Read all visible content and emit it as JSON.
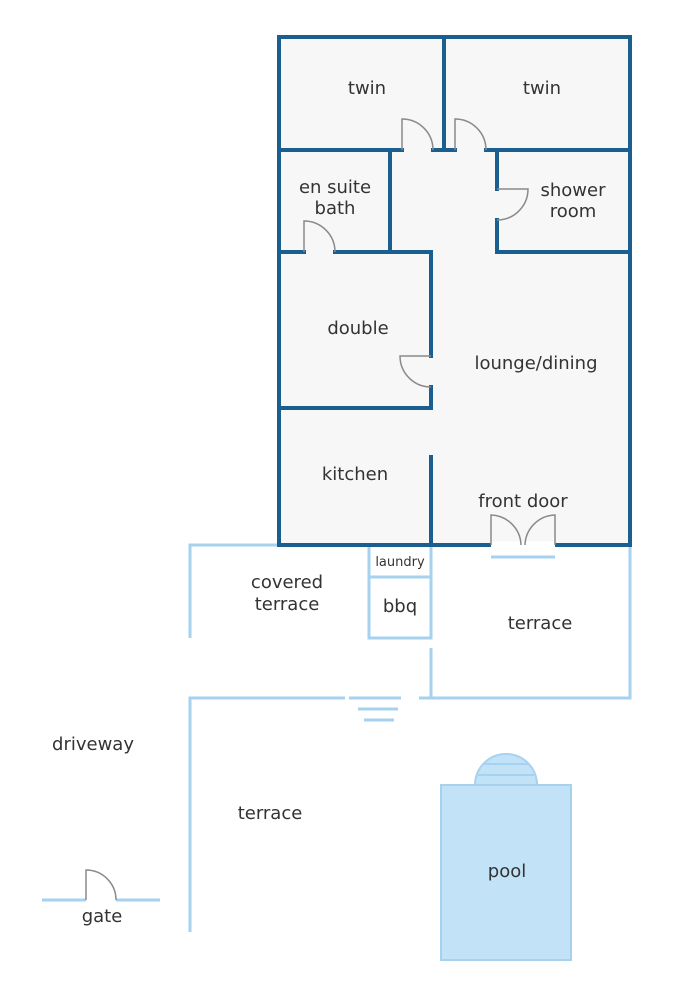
{
  "rooms": {
    "twin_left": "twin",
    "twin_right": "twin",
    "en_suite_line1": "en suite",
    "en_suite_line2": "bath",
    "shower_line1": "shower",
    "shower_line2": "room",
    "double": "double",
    "lounge": "lounge/dining",
    "kitchen": "kitchen",
    "front_door": "front door",
    "laundry": "laundry",
    "bbq": "bbq",
    "covered_terrace_line1": "covered",
    "covered_terrace_line2": "terrace",
    "terrace_right": "terrace",
    "terrace_lower": "terrace",
    "driveway": "driveway",
    "pool": "pool",
    "gate": "gate"
  },
  "colors": {
    "interior_wall": "#1a5f8f",
    "exterior_line": "#a6d2ef",
    "house_fill": "#f7f7f7",
    "pool_fill": "#c2e2f8",
    "door": "#8a8a8a"
  }
}
